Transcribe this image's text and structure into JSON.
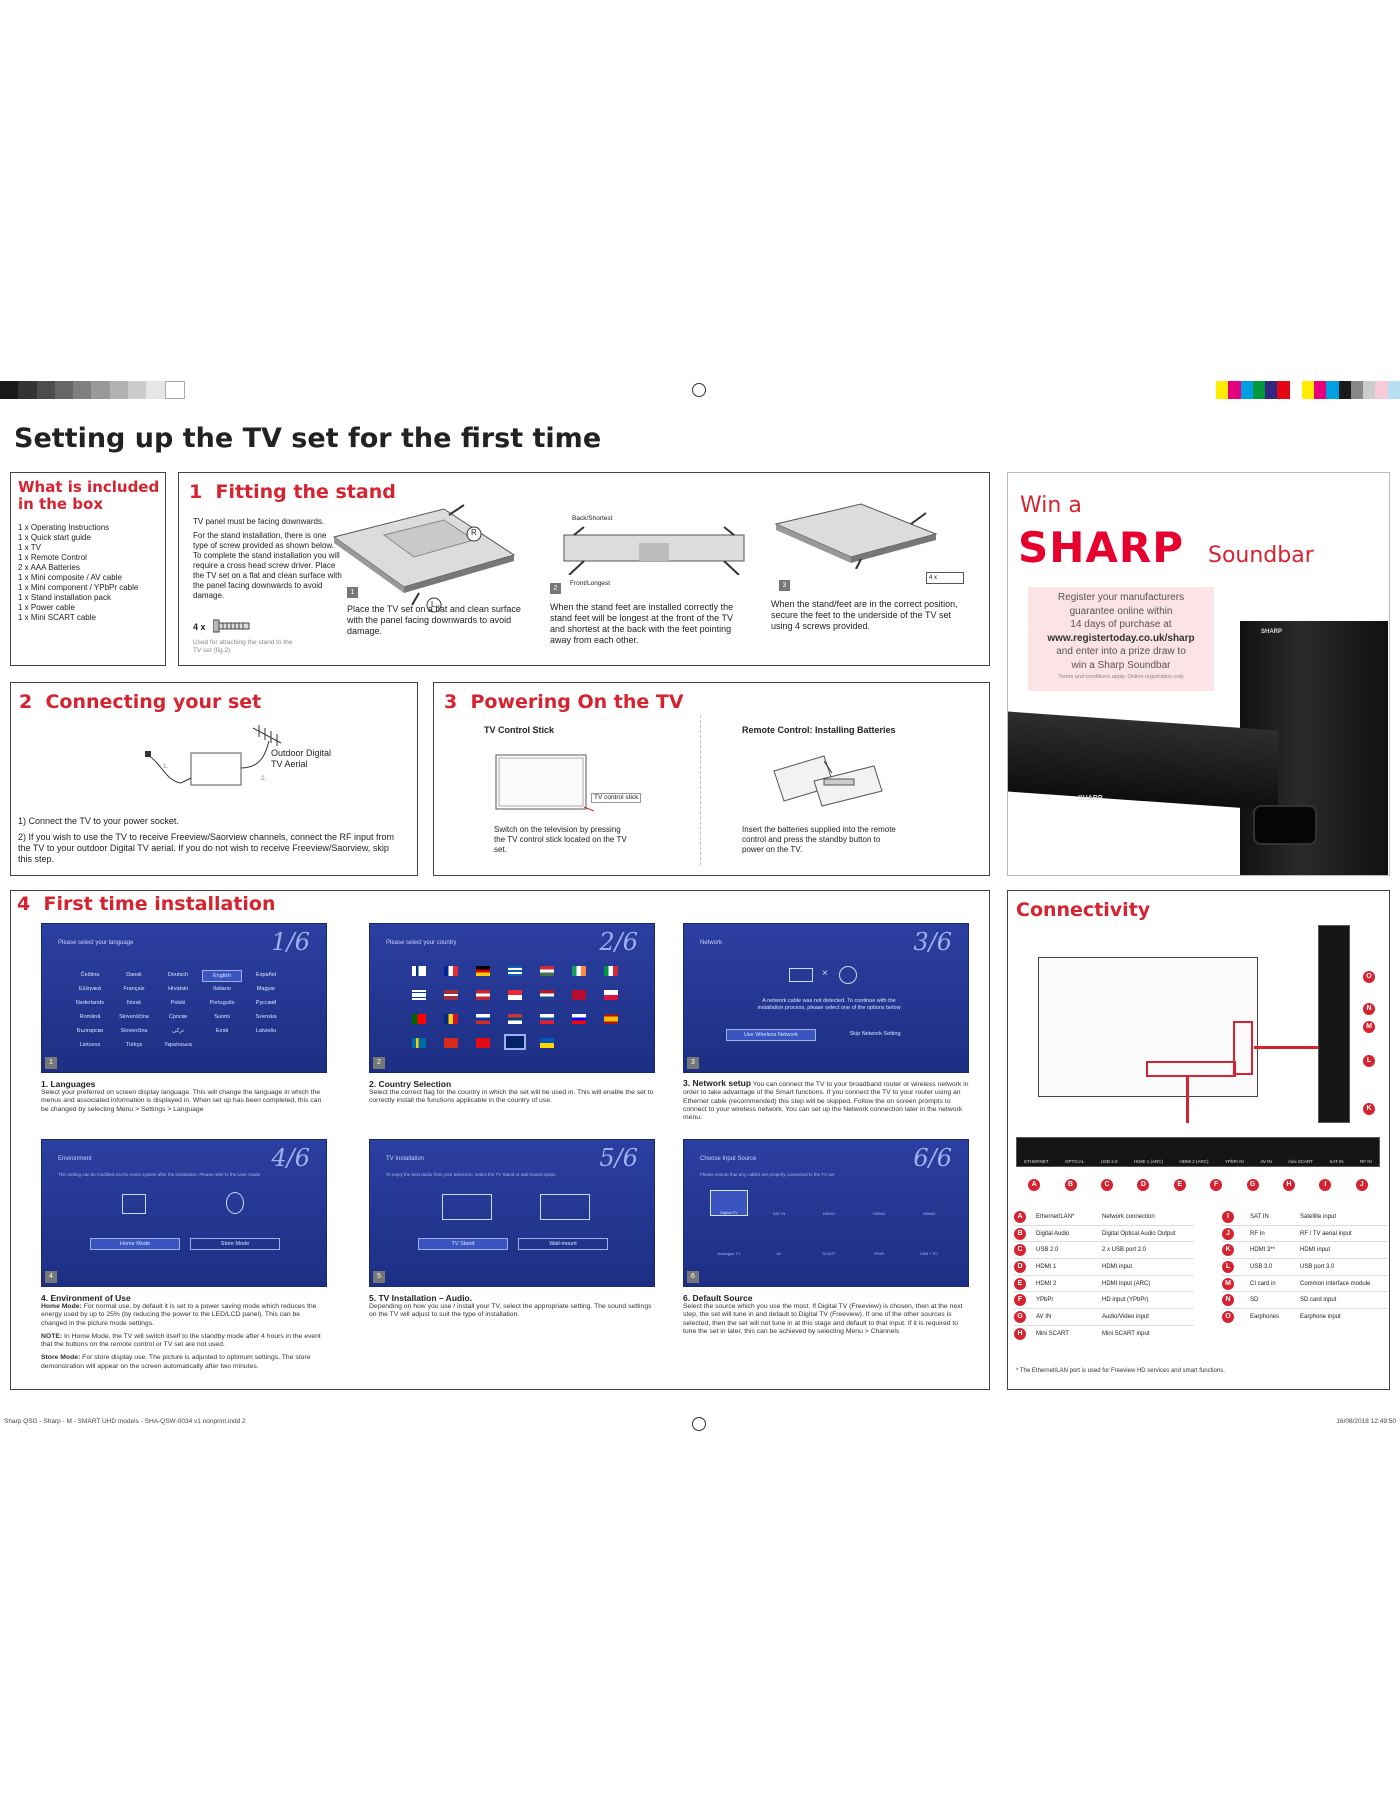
{
  "page_title": "Setting up the TV set for the first time",
  "calibration": {
    "gray_swatches": [
      "#1a1a1a",
      "#333",
      "#4d4d4d",
      "#666",
      "#808080",
      "#999",
      "#b3b3b3",
      "#ccc",
      "#e6e6e6",
      "#fff"
    ],
    "color_swatches": [
      "#ffed00",
      "#e6007e",
      "#009fe3",
      "#00983a",
      "#312783",
      "#e30613",
      "#fff",
      "#ffed00",
      "#e6007e",
      "#009fe3",
      "#1a1a1a",
      "#888",
      "#ccc",
      "#eee",
      "#f7c9d9",
      "#b8dff4"
    ]
  },
  "box": {
    "title_line1": "What is included",
    "title_line2": "in the box",
    "items": [
      "1 x Operating Instructions",
      "1 x Quick start guide",
      "1 x TV",
      "1 x Remote Control",
      "2 x AAA Batteries",
      "1 x Mini composite / AV cable",
      "1 x Mini component / YPbPr cable",
      "1 x Stand installation pack",
      "1 x Power cable",
      "1 x Mini SCART cable"
    ]
  },
  "stand": {
    "number": "1",
    "title": "Fitting the stand",
    "intro1": "TV panel must be facing downwards.",
    "intro2": "For the stand installation, there is one type of screw provided as shown below.",
    "intro3": "To complete the stand installation you will require a cross head screw driver. Place the TV set on a flat and clean surface with the panel facing downwards to avoid damage.",
    "screw_count": "4 x",
    "screw_note": "Used for attaching the stand to the TV set (fig.2)",
    "step1_num": "1",
    "step1_text": "Place the TV set on a flat and clean surface with the panel facing downwards to avoid damage.",
    "step2_num": "2",
    "step2_back": "Back/Shortest",
    "step2_front": "Front/Longest",
    "step2_text": "When the stand feet are installed correctly the stand feet will be longest at the front of the TV and shortest at the back with the feet pointing away from each other.",
    "step3_num": "3",
    "step3_screw": "4 x",
    "step3_text": "When the stand/feet are in the correct position, secure the feet to the underside of the TV set using 4 screws provided.",
    "label_r": "R",
    "label_l": "L"
  },
  "promo": {
    "win": "Win a",
    "brand": "SHARP",
    "product": "Soundbar",
    "reg1": "Register your manufacturers",
    "reg2": "guarantee online within",
    "reg3": "14 days of purchase  at",
    "url": "www.registertoday.co.uk/sharp",
    "reg4": "and enter into a prize draw to",
    "reg5": "win a Sharp Soundbar",
    "terms": "Terms and conditions apply. Online registration only",
    "sub_logo": "SHARP",
    "bar_logo": "SHARP"
  },
  "connect": {
    "number": "2",
    "title": "Connecting your set",
    "aerial": "Outdoor Digital\nTV Aerial",
    "p1": "1) Connect the TV to your power socket.",
    "p2": "2) If you wish to use the TV to receive Freeview/Saorview channels, connect the RF input from the TV to your outdoor Digital TV aerial. If you do not wish to receive Freeview/Saorview, skip this step.",
    "n1": "1.",
    "n2": "2."
  },
  "power": {
    "number": "3",
    "title": "Powering On the TV",
    "left_head": "TV Control Stick",
    "left_label": "TV control stick",
    "left_text": "Switch on the television by pressing the TV control stick located on the TV set.",
    "right_head": "Remote Control: Installing Batteries",
    "right_text": "Insert the batteries supplied into the remote control and press the standby button to power on the TV."
  },
  "install": {
    "number": "4",
    "title": "First time installation",
    "screens": [
      {
        "num": "1",
        "big": "1/6",
        "title": "Please select your language",
        "cap_t": "1. Languages",
        "cap": "Select your preferred on screen display language.  This will change the language in which the menus and associated information is displayed in.  When set up has been completed, this can be changed by selecting Menu > Settings > Language"
      },
      {
        "num": "2",
        "big": "2/6",
        "title": "Please select your country",
        "cap_t": "2. Country Selection",
        "cap": "Select the correct flag for the country in which the set will be used in. This will enable the set to correctly install the functions applicable in the country of use."
      },
      {
        "num": "3",
        "big": "3/6",
        "title": "Network",
        "cap_t": "3. Network setup",
        "cap": "You can connect the TV to your broadband router or wireless network in order to take advantage of the Smart functions. If you connect the TV to your router using an Ethernet cable (recommended) this step will be skipped. Follow the on screen prompts to connect to your wireless network. You can set up the Network connection later in the network menu."
      },
      {
        "num": "4",
        "big": "4/6",
        "title": "Environment",
        "cap_t": "4. Environment of Use",
        "cap": ""
      },
      {
        "num": "5",
        "big": "5/6",
        "title": "TV Installation",
        "cap_t": "5. TV Installation – Audio.",
        "cap": "Depending on how you use / install your TV, select the appropriate setting. The sound settings on the TV will adjust to suit the type of installation."
      },
      {
        "num": "6",
        "big": "6/6",
        "title": "Choose Input Source",
        "cap_t": "6. Default Source",
        "cap": "Select the source which you use the most. If Digital TV (Freeview) is chosen, then at the next step, the set will tune in and default to Digital TV (Freeview). If one of the other sources is selected, then the set will not tune in at this stage and default to that input. If it is required to tune the set in later, this can be achieved by selecting Menu > Channels"
      }
    ],
    "languages": [
      "Čeština",
      "Dansk",
      "Deutsch",
      "English",
      "Español",
      "Ελληνικά",
      "Français",
      "Hrvatski",
      "Italiano",
      "Magyar",
      "Nederlands",
      "Norsk",
      "Polski",
      "Português",
      "Русский",
      "Română",
      "Slovenščina",
      "Српски",
      "Suomi",
      "Svenska",
      "Български",
      "Slovenčina",
      "ترکی",
      "Eesti",
      "Latviešu",
      "Lietuvos",
      "Türkçe",
      "Українська"
    ],
    "network_msg": "A network cable was not detected. To continue with the installation process, please select one of the options below",
    "network_btn1": "Use Wireless Network",
    "network_btn2": "Skip Network Setting",
    "env_desc": "This setting can be modified via the menu system after the installation. Please refer to the User Guide",
    "env_btn1": "Home Mode",
    "env_btn2": "Store Mode",
    "tv_desc": "To enjoy the best audio from your television, select the TV Stand or wall mount option",
    "tv_btn1": "TV Stand",
    "tv_btn2": "Wall-mount",
    "src_desc": "Please ensure that any cables are properly connected to the TV set",
    "sources": [
      "Digital TV",
      "SAT IN",
      "HDMI1",
      "HDMI2",
      "HDMI3",
      "Analogue TV",
      "AV",
      "SCART",
      "YPbPr",
      "USB + PC"
    ],
    "env_home_t": "Home Mode:",
    "env_home": "For normal use, by default it is set to a power saving mode which reduces the energy used by up to 25% (by reducing the power to the LED/LCD panel). This can be changed in the picture mode settings.",
    "env_note_t": "NOTE:",
    "env_note": "In Home Mode, the TV will switch itself to the standby mode after 4 hours in the event that the buttons on the remote control or TV set are not used.",
    "env_store_t": "Store Mode:",
    "env_store": "For store display use. The picture is adjusted to optimum settings. The store demonstration will appear on the screen automatically after two minutes."
  },
  "connectivity": {
    "title": "Connectivity",
    "left": [
      {
        "l": "A",
        "name": "Ethernet/LAN*",
        "desc": "Network connection"
      },
      {
        "l": "B",
        "name": "Digital Audio",
        "desc": "Digital Optical Audio Output"
      },
      {
        "l": "C",
        "name": "USB 2.0",
        "desc": "2 x USB port 2.0"
      },
      {
        "l": "D",
        "name": "HDMI 1",
        "desc": "HDMI input"
      },
      {
        "l": "E",
        "name": "HDMI 2",
        "desc": "HDMI input (ARC)"
      },
      {
        "l": "F",
        "name": "YPbPr",
        "desc": "HD input (YPbPr)"
      },
      {
        "l": "G",
        "name": "AV IN",
        "desc": "Audio/Video input"
      },
      {
        "l": "H",
        "name": "Mini SCART",
        "desc": "Mini SCART input"
      }
    ],
    "right": [
      {
        "l": "I",
        "name": "SAT IN",
        "desc": "Satellite  input"
      },
      {
        "l": "J",
        "name": "RF In",
        "desc": "RF / TV aerial input"
      },
      {
        "l": "K",
        "name": "HDMI 3**",
        "desc": "HDMI input"
      },
      {
        "l": "L",
        "name": "USB 3.0",
        "desc": "USB port 3.0"
      },
      {
        "l": "M",
        "name": "CI card in",
        "desc": "Common interface module"
      },
      {
        "l": "N",
        "name": "SD",
        "desc": "SD card input"
      },
      {
        "l": "O",
        "name": "Earphones",
        "desc": "Earphone input"
      }
    ],
    "port_labels": [
      "ETHERNET",
      "OPTICAL",
      "USB 2.0",
      "HDMI 1 (ARC)",
      "HDMI 2 (ARC)",
      "YPbPr IN",
      "AV IN",
      "mini SCART",
      "SAT IN",
      "RF IN"
    ],
    "bottom_letters": [
      "A",
      "B",
      "C",
      "D",
      "E",
      "F",
      "G",
      "H",
      "I",
      "J"
    ],
    "side_letters": [
      "O",
      "N",
      "M",
      "L",
      "K"
    ],
    "footnote": "* The Ethernet/LAN port is used for Freeview HD services and smart functions."
  },
  "footer": {
    "left": "Sharp QSG - Sharp - M - SMART UHD models - SHA-QSW-0034 v1 nonprint.indd   2",
    "right": "16/08/2018   12:49:50"
  }
}
